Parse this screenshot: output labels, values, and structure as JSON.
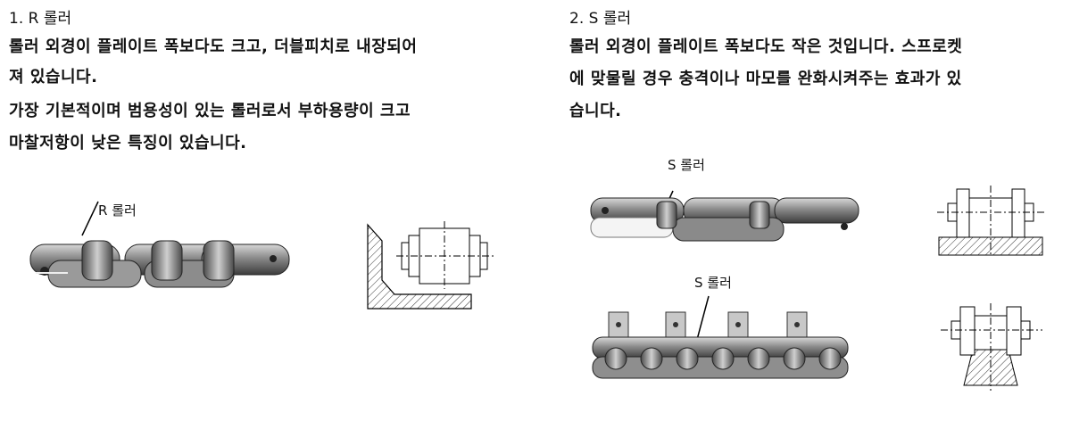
{
  "r_section": {
    "title": "1. R 롤러",
    "lines": [
      "롤러 외경이 플레이트 폭보다도 크고, 더블피치로 내장되어",
      "져 있습니다.",
      "가장 기본적이며 범용성이 있는 롤러로서 부하용량이 크고",
      "마찰저항이 낮은 특징이 있습니다."
    ],
    "callout": "R 롤러"
  },
  "s_section": {
    "title": "2. S 롤러",
    "lines": [
      "롤러 외경이 플레이트 폭보다도 작은 것입니다. 스프로켓",
      "에 맞물릴 경우 충격이나 마모를 완화시켜주는 효과가 있",
      "습니다."
    ],
    "callout_top": "S 롤러",
    "callout_bottom": "S 롤러"
  }
}
